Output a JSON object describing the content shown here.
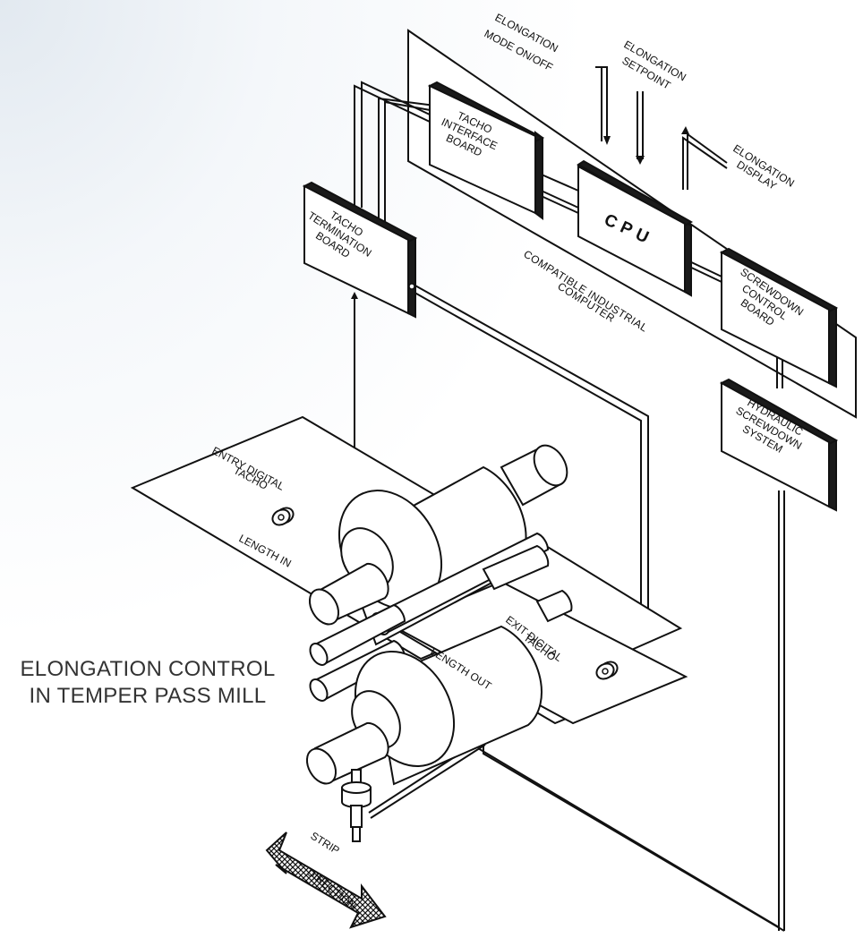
{
  "diagram": {
    "title_line1": "ELONGATION CONTROL",
    "title_line2": "IN TEMPER PASS MILL",
    "computer_label_1": "COMPATIBLE INDUSTRIAL",
    "computer_label_2": "COMPUTER",
    "cpu": "CPU",
    "tacho_interface": [
      "TACHO",
      "INTERFACE",
      "BOARD"
    ],
    "tacho_termination": [
      "TACHO",
      "TERMINATION",
      "BOARD"
    ],
    "screwdown_control": [
      "SCREWDOWN",
      "CONTROL",
      "BOARD"
    ],
    "hydraulic": [
      "HYDRAULIC",
      "SCREWDOWN",
      "SYSTEM"
    ],
    "elongation_mode": [
      "ELONGATION",
      "MODE ON/OFF"
    ],
    "elongation_setpoint": [
      "ELONGATION",
      "SETPOINT"
    ],
    "elongation_display": [
      "ELONGATION",
      "DISPLAY"
    ],
    "entry_tacho": [
      "ENTRY DIGITAL",
      "TACHO"
    ],
    "exit_tacho": [
      "EXIT DIGITAL",
      "TACHO"
    ],
    "length_in": "LENGTH IN",
    "length_out": "LENGTH OUT",
    "strip_direction": [
      "STRIP",
      "DIRECTION"
    ]
  }
}
